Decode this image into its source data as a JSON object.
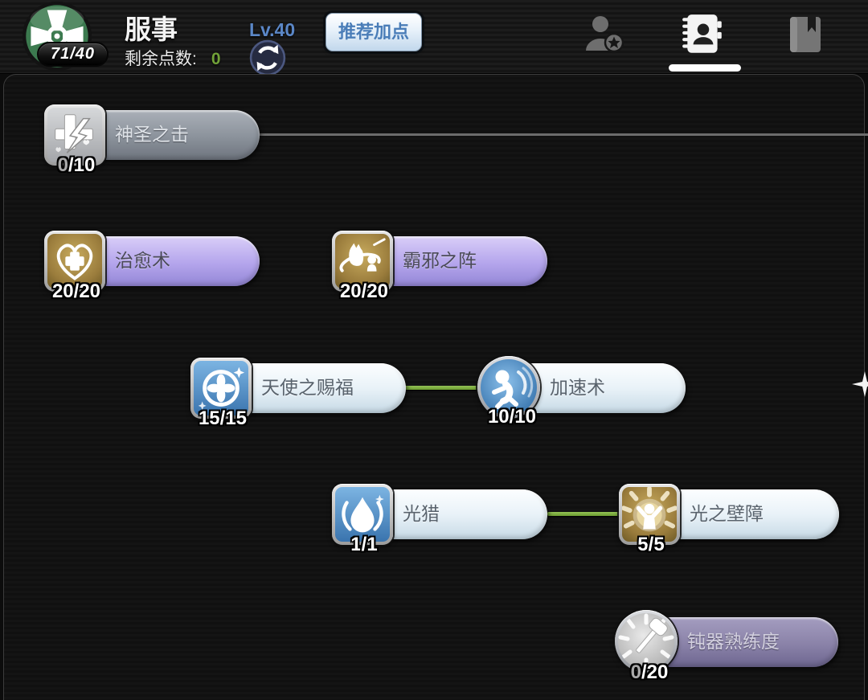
{
  "header": {
    "emblem_icon": "acolyte-class-emblem",
    "emblem_badge": "71/40",
    "title": "服事",
    "level_label": "Lv.40",
    "points_label": "剩余点数:",
    "points_value": "0",
    "recommend_button": "推荐加点",
    "tabs": [
      {
        "name": "character",
        "icon": "person-star-icon",
        "active": false
      },
      {
        "name": "skillbook",
        "icon": "skill-book-icon",
        "active": true
      },
      {
        "name": "handbook",
        "icon": "book-icon",
        "active": false
      }
    ]
  },
  "colors": {
    "level_blue": "#5b87c7",
    "points_green": "#71a138",
    "recommend_text_blue": "#4a7db8",
    "link_gray": "#6b6b6b",
    "link_green": "#79a83d",
    "pill_purple": "#b4a5ec",
    "pill_light": "#e9f2f8",
    "pill_gray": "#8b929b",
    "pill_muted": "#8a82a8"
  },
  "level_separator": "/",
  "skills": [
    {
      "name": "神圣之击",
      "level_current": "0",
      "level_max": "10",
      "icon": "holy-strike-icon",
      "state": "unlearned"
    },
    {
      "name": "治愈术",
      "level_current": "20",
      "level_max": "20",
      "icon": "heal-icon",
      "state": "maxed"
    },
    {
      "name": "霸邪之阵",
      "level_current": "20",
      "level_max": "20",
      "icon": "demon-array-icon",
      "state": "maxed"
    },
    {
      "name": "天使之赐福",
      "level_current": "15",
      "level_max": "15",
      "icon": "angel-blessing-icon",
      "state": "maxed"
    },
    {
      "name": "加速术",
      "level_current": "10",
      "level_max": "10",
      "icon": "agi-up-icon",
      "state": "maxed"
    },
    {
      "name": "光猎",
      "level_current": "1",
      "level_max": "1",
      "icon": "light-hunt-icon",
      "state": "maxed"
    },
    {
      "name": "光之壁障",
      "level_current": "5",
      "level_max": "5",
      "icon": "light-barrier-icon",
      "state": "maxed"
    },
    {
      "name": "钝器熟练度",
      "level_current": "0",
      "level_max": "20",
      "icon": "mace-mastery-icon",
      "state": "unlearned"
    }
  ]
}
